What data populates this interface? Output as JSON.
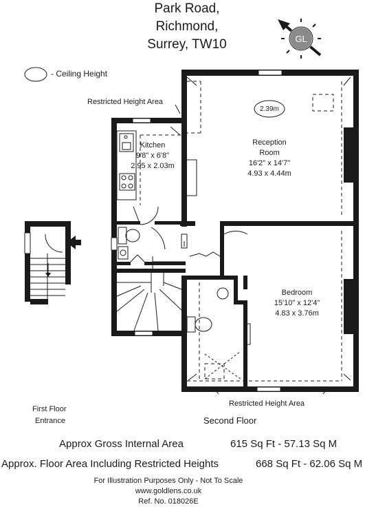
{
  "address": {
    "line1": "Park Road,",
    "line2": "Richmond,",
    "line3": "Surrey, TW10"
  },
  "legend": {
    "ceiling_height": "- Ceiling Height"
  },
  "labels": {
    "restricted_top": "Restricted Height Area",
    "restricted_bottom": "Restricted Height Area",
    "first_floor_line1": "First Floor",
    "first_floor_line2": "Entrance",
    "second_floor": "Second Floor"
  },
  "compass": {
    "logo_text": "GL"
  },
  "rooms": {
    "kitchen": {
      "name": "Kitchen",
      "imperial": "9'8\" x 6'8\"",
      "metric": "2.95 x 2.03m"
    },
    "reception": {
      "name_line1": "Reception",
      "name_line2": "Room",
      "imperial": "16'2\" x 14'7\"",
      "metric": "4.93 x 4.44m",
      "ceiling": "2.39m"
    },
    "bedroom": {
      "name": "Bedroom",
      "imperial": "15'10\" x 12'4\"",
      "metric": "4.83 x 3.76m"
    }
  },
  "areas": {
    "gross_label": "Approx Gross Internal Area",
    "gross_value": "615 Sq Ft  -  57.13 Sq M",
    "restricted_label": "Approx. Floor Area Including Restricted Heights",
    "restricted_value": "668 Sq Ft  -  62.06 Sq M"
  },
  "footer": {
    "disclaimer": "For Illustration Purposes Only - Not To Scale",
    "website": "www.goldlens.co.uk",
    "ref": "Ref. No. 018026E"
  },
  "colors": {
    "wall": "#1a1a1a",
    "logo_fill": "#8a8a8a"
  }
}
